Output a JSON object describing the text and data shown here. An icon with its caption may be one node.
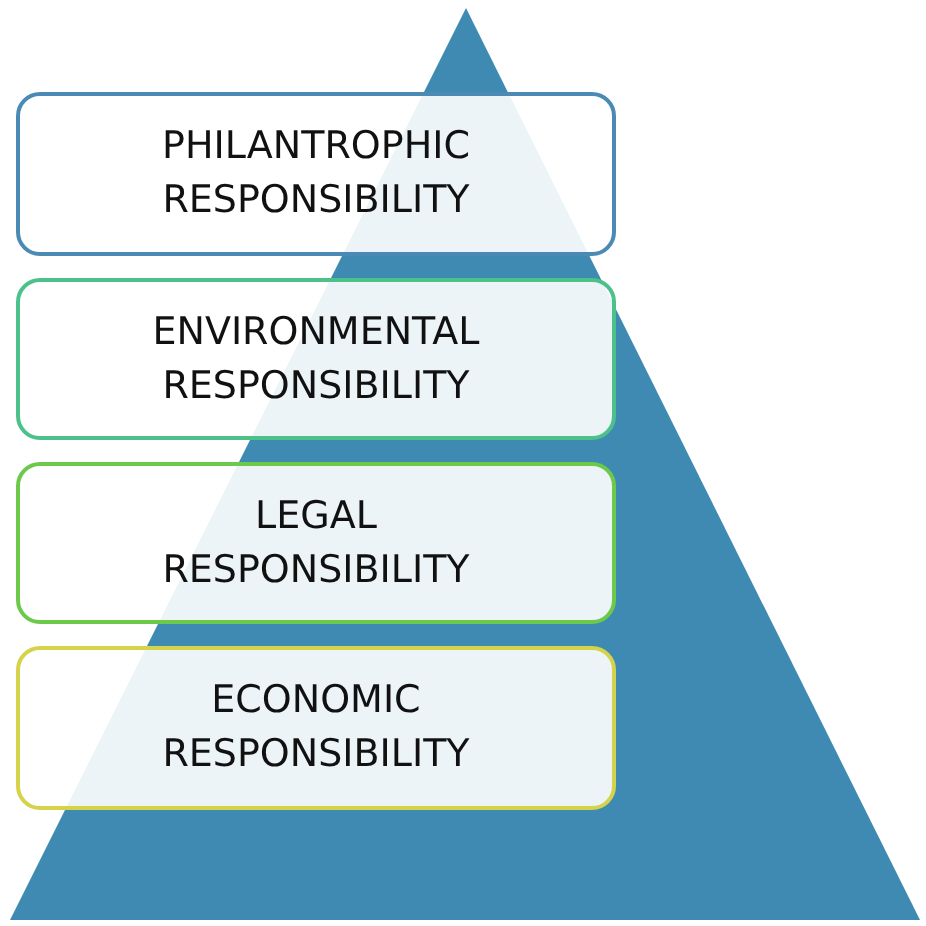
{
  "diagram": {
    "nodes": [
      {
        "text": [
          "PHILANTROPHIC RESPONSIBILITY"
        ]
      },
      {
        "text": [
          "ENVIRONMENTAL RESPONSIBILITY"
        ]
      },
      {
        "text": [
          "LEGAL RESPONSIBILITY"
        ]
      },
      {
        "text": [
          "ECONOMIC RESPONSIBILITY"
        ]
      }
    ]
  }
}
